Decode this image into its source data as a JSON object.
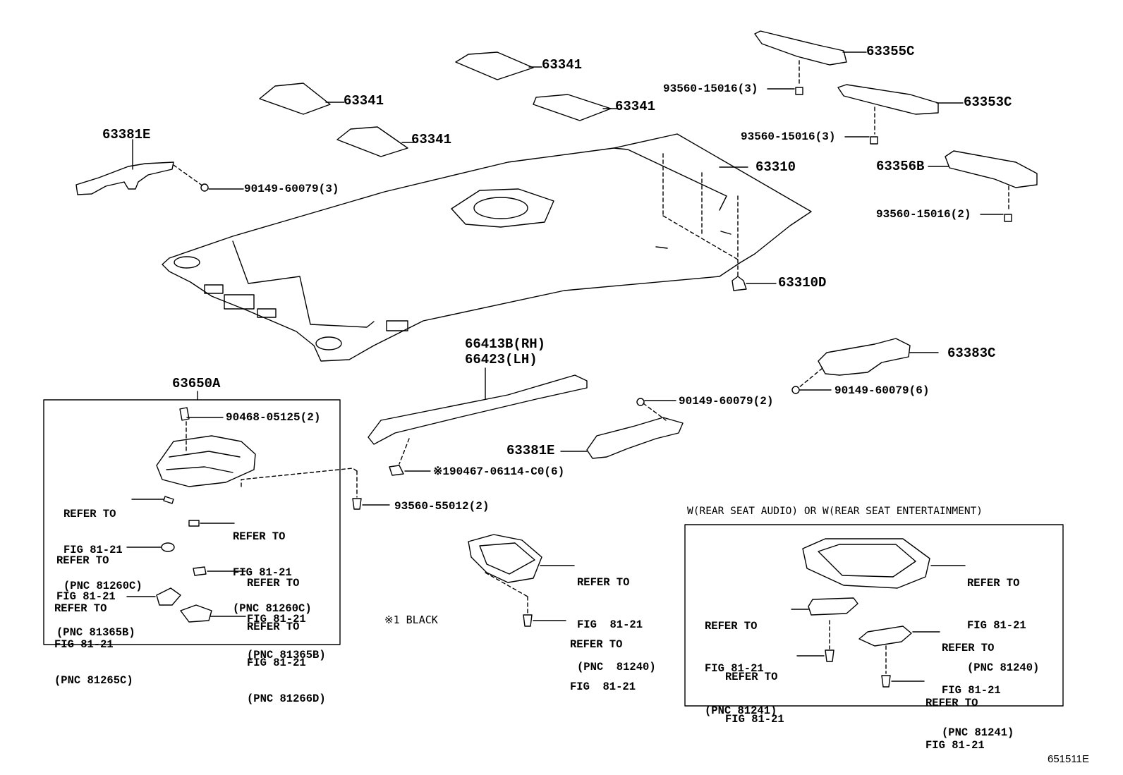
{
  "labels": {
    "p63341_a": "63341",
    "p63341_b": "63341",
    "p63341_c": "63341",
    "p63341_d": "63341",
    "p63381e_top": "63381E",
    "p90149_3": "90149-60079(3)",
    "p63310": "63310",
    "p63310d": "63310D",
    "p63355c": "63355C",
    "p93560_15016_3a": "93560-15016(3)",
    "p63353c": "63353C",
    "p93560_15016_3b": "93560-15016(3)",
    "p63356b": "63356B",
    "p93560_15016_2": "93560-15016(2)",
    "p66413b": "66413B(RH)",
    "p66423": "66423(LH)",
    "p63383c": "63383C",
    "p90149_6": "90149-60079(6)",
    "p90149_2": "90149-60079(2)",
    "p63381e_bot": "63381E",
    "p90467": "※190467-06114-C0(6)",
    "p93560_55012": "93560-55012(2)",
    "p63650a": "63650A",
    "p90468": "90468-05125(2)",
    "black_note": "※1 BLACK",
    "rear_title": "W(REAR SEAT AUDIO) OR W(REAR SEAT ENTERTAINMENT)",
    "figure_id": "651511E"
  },
  "refs": {
    "r1": [
      "REFER TO",
      "FIG 81-21",
      "(PNC 81260C)"
    ],
    "r2": [
      "REFER TO",
      "FIG 81-21",
      "(PNC 81260C)"
    ],
    "r3": [
      "REFER TO",
      "FIG 81-21",
      "(PNC 81365B)"
    ],
    "r4": [
      "REFER TO",
      "FIG 81-21",
      "(PNC 81365B)"
    ],
    "r5": [
      "REFER TO",
      "FIG 81-21",
      "(PNC 81265C)"
    ],
    "r6": [
      "REFER TO",
      "FIG 81-21",
      "(PNC 81266D)"
    ],
    "r7": [
      "REFER TO",
      "FIG  81-21",
      "(PNC  81240)"
    ],
    "r8": [
      "REFER TO",
      "FIG  81-21"
    ],
    "r9": [
      "REFER TO",
      "FIG 81-21",
      "(PNC 81241)"
    ],
    "r10": [
      "REFER TO",
      "FIG 81-21"
    ],
    "r11": [
      "REFER TO",
      "FIG 81-21",
      "(PNC 81240)"
    ],
    "r12": [
      "REFER TO",
      "FIG 81-21",
      "(PNC 81241)"
    ],
    "r13": [
      "REFER TO",
      "FIG 81-21"
    ]
  }
}
